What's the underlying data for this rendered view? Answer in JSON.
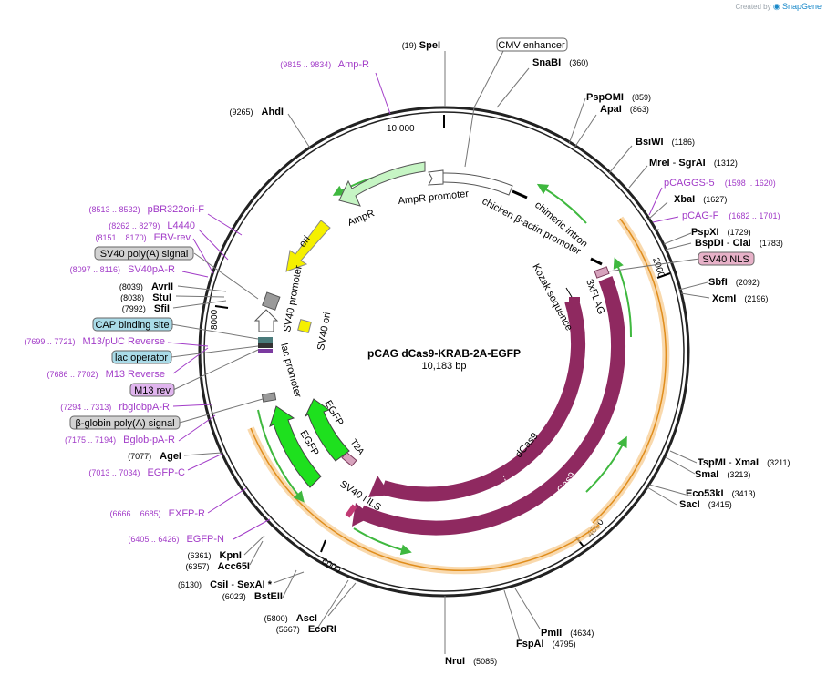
{
  "credit": {
    "prefix": "Created by",
    "brand": "SnapGene"
  },
  "plasmid": {
    "name": "pCAG dCas9-KRAB-2A-EGFP",
    "length": "10,183 bp"
  },
  "backbone_ticks": [
    "10,000",
    "2000",
    "4000",
    "6000",
    "8000"
  ],
  "enzymes": [
    {
      "name": "SpeI",
      "pos": "(19)"
    },
    {
      "name": "SnaBI",
      "pos": "(360)"
    },
    {
      "name": "PspOMI",
      "pos": "(859)"
    },
    {
      "name": "ApaI",
      "pos": "(863)"
    },
    {
      "name": "BsiWI",
      "pos": "(1186)"
    },
    {
      "name": "MreI",
      "name2": "SgrAI",
      "pos": "(1312)"
    },
    {
      "name": "XbaI",
      "pos": "(1627)"
    },
    {
      "name": "PspXI",
      "pos": "(1729)"
    },
    {
      "name": "BspDI",
      "name2": "ClaI",
      "pos": "(1783)"
    },
    {
      "name": "SbfI",
      "pos": "(2092)"
    },
    {
      "name": "XcmI",
      "pos": "(2196)"
    },
    {
      "name": "TspMI",
      "name2": "XmaI",
      "pos": "(3211)"
    },
    {
      "name": "SmaI",
      "pos": "(3213)"
    },
    {
      "name": "Eco53kI",
      "pos": "(3413)"
    },
    {
      "name": "SacI",
      "pos": "(3415)"
    },
    {
      "name": "PmlI",
      "pos": "(4634)"
    },
    {
      "name": "FspAI",
      "pos": "(4795)"
    },
    {
      "name": "NruI",
      "pos": "(5085)"
    },
    {
      "name": "AscI",
      "pos": "(5800)"
    },
    {
      "name": "EcoRI",
      "pos": "(5667)"
    },
    {
      "name": "CsiI",
      "name2": "SexAI *",
      "pos": "(6130)"
    },
    {
      "name": "BstEII",
      "pos": "(6023)"
    },
    {
      "name": "KpnI",
      "pos": "(6361)"
    },
    {
      "name": "Acc65I",
      "pos": "(6357)"
    },
    {
      "name": "AgeI",
      "pos": "(7077)"
    },
    {
      "name": "AvrII",
      "pos": "(8039)"
    },
    {
      "name": "StuI",
      "pos": "(8038)"
    },
    {
      "name": "SfiI",
      "pos": "(7992)"
    },
    {
      "name": "AhdI",
      "pos": "(9265)"
    }
  ],
  "primers": [
    {
      "name": "Amp-R",
      "pos": "(9815 .. 9834)"
    },
    {
      "name": "pCAGGS-5",
      "pos": "(1598 .. 1620)"
    },
    {
      "name": "pCAG-F",
      "pos": "(1682 .. 1701)"
    },
    {
      "name": "pBR322ori-F",
      "pos": "(8513 .. 8532)"
    },
    {
      "name": "L4440",
      "pos": "(8262 .. 8279)"
    },
    {
      "name": "EBV-rev",
      "pos": "(8151 .. 8170)"
    },
    {
      "name": "SV40pA-R",
      "pos": "(8097 .. 8116)"
    },
    {
      "name": "M13/pUC Reverse",
      "pos": "(7699 .. 7721)"
    },
    {
      "name": "M13 Reverse",
      "pos": "(7686 .. 7702)"
    },
    {
      "name": "rbglobpA-R",
      "pos": "(7294 .. 7313)"
    },
    {
      "name": "Bglob-pA-R",
      "pos": "(7175 .. 7194)"
    },
    {
      "name": "EGFP-C",
      "pos": "(7013 .. 7034)"
    },
    {
      "name": "EXFP-R",
      "pos": "(6666 .. 6685)"
    },
    {
      "name": "EGFP-N",
      "pos": "(6405 .. 6426)"
    }
  ],
  "boxed_labels": {
    "cmv": "CMV enhancer",
    "sv40nls_box": "SV40 NLS",
    "sv40polyA": "SV40 poly(A) signal",
    "cap": "CAP binding site",
    "lacop": "lac operator",
    "m13rev": "M13 rev",
    "bglobin": "β-globin poly(A) signal"
  },
  "features": {
    "ampr_promoter": "AmpR promoter",
    "chicken": "chicken β-actin promoter",
    "chimeric": "chimeric intron",
    "ampr": "AmpR",
    "ori": "ori",
    "sv40_promoter": "SV40 promoter",
    "sv40_ori": "SV40 ori",
    "lac_promoter": "lac promoter",
    "egfp_inner": "EGFP",
    "egfp_outer": "EGFP",
    "t2a": "T2A",
    "sv40nls": "SV40 NLS",
    "dcas9": "dCas9",
    "cas9": "Cas9",
    "kozak": "Kozak sequence",
    "flag": "3xFLAG"
  },
  "colors": {
    "backbone": "#222222",
    "enzyme_text": "#000000",
    "primer_text": "#a23cc8",
    "orf_green": "#3fb83f",
    "orf_orange": "#f0a23a",
    "cas9": "#8f2960",
    "egfp": "#1ee01e",
    "ampr": "#c6f5c4",
    "ori": "#f5f000"
  }
}
